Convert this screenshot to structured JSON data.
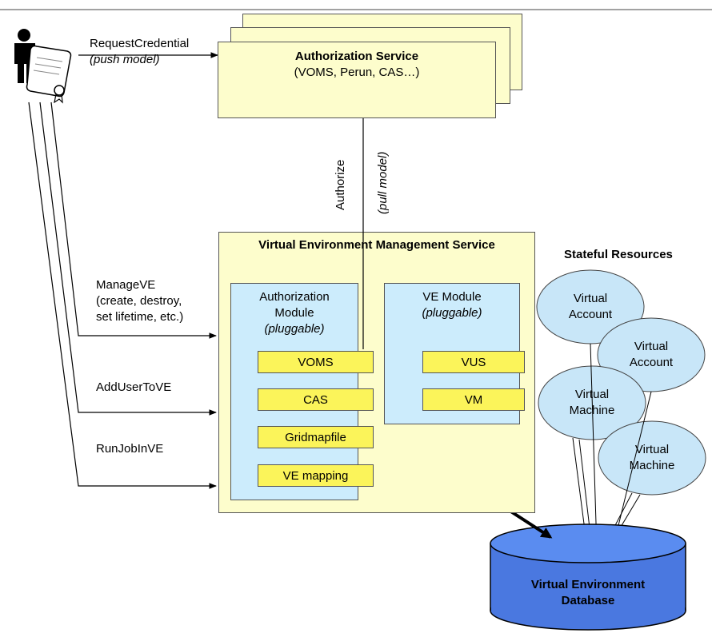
{
  "auth_service": {
    "title": "Authorization Service",
    "subtitle": "(VOMS, Perun, CAS…)"
  },
  "flows": {
    "request_credential": "RequestCredential",
    "push_model": "(push model)",
    "authorize": "Authorize",
    "pull_model": "(pull model)",
    "manage_ve": "ManageVE",
    "manage_ve_detail_1": "(create, destroy,",
    "manage_ve_detail_2": "set lifetime, etc.)",
    "add_user": "AddUserToVE",
    "run_job": "RunJobInVE"
  },
  "vems": {
    "title": "Virtual Environment Management Service",
    "auth_module": {
      "line1": "Authorization",
      "line2": "Module",
      "line3": "(pluggable)",
      "items": [
        "VOMS",
        "CAS",
        "Gridmapfile",
        "VE mapping"
      ]
    },
    "ve_module": {
      "line1": "VE Module",
      "line2": "(pluggable)",
      "items": [
        "VUS",
        "VM"
      ]
    }
  },
  "stateful": {
    "title": "Stateful Resources",
    "resources": [
      {
        "line1": "Virtual",
        "line2": "Account"
      },
      {
        "line1": "Virtual",
        "line2": "Account"
      },
      {
        "line1": "Virtual",
        "line2": "Machine"
      },
      {
        "line1": "Virtual",
        "line2": "Machine"
      }
    ]
  },
  "database": {
    "line1": "Virtual Environment",
    "line2": "Database"
  },
  "colors": {
    "yellow_box": "#fdfdcc",
    "blue_box": "#ccecfc",
    "chip": "#fbf45a",
    "ellipse": "#c8e6f8",
    "db": "#4a78e0"
  }
}
